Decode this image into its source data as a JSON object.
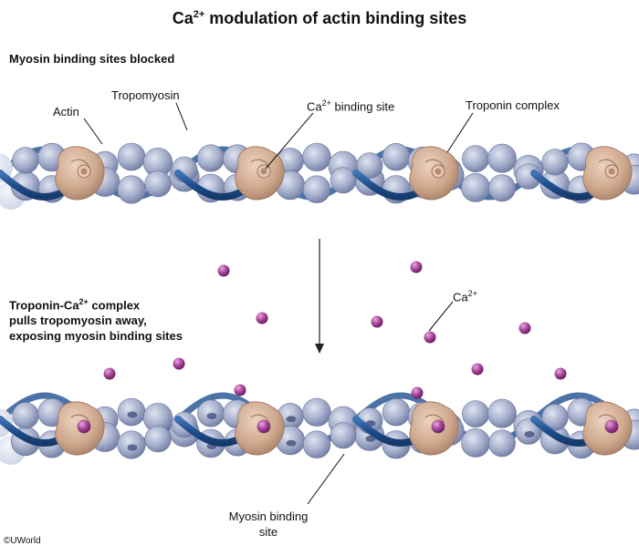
{
  "title": {
    "main": "Ca",
    "sup": "2+",
    "rest": " modulation of actin binding sites"
  },
  "panels": {
    "top": {
      "heading": "Myosin binding sites blocked"
    },
    "bottom": {
      "heading_line1_main": "Troponin-Ca",
      "heading_line1_sup": "2+",
      "heading_line1_rest": " complex",
      "heading_line2": "pulls tropomyosin away,",
      "heading_line3": "exposing myosin binding sites"
    }
  },
  "labels": {
    "actin": "Actin",
    "tropomyosin": "Tropomyosin",
    "ca_binding_main": "Ca",
    "ca_binding_sup": "2+",
    "ca_binding_rest": " binding site",
    "troponin_complex": "Troponin complex",
    "ca_ion_main": "Ca",
    "ca_ion_sup": "2+",
    "myosin_binding_line1": "Myosin binding",
    "myosin_binding_line2": "site"
  },
  "copyright": "©UWorld",
  "colors": {
    "actin_bead": "#a7b0cc",
    "actin_bead_dark": "#7d89ad",
    "tropomyosin": "#1f4e8c",
    "troponin": "#d0a98e",
    "troponin_dark": "#a7806a",
    "calcium": "#9c3d92",
    "binding_site": "#4c5680"
  }
}
